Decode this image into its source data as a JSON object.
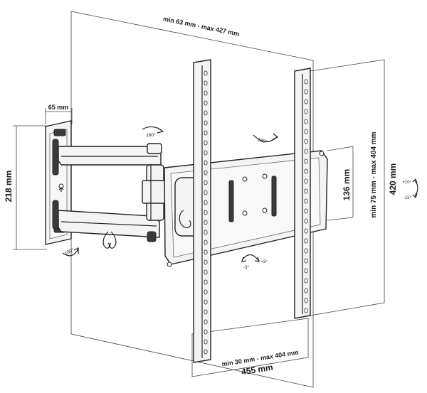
{
  "dimensions": {
    "wall_plate_depth": "65 mm",
    "wall_plate_height": "218 mm",
    "extension": "min 63 mm - max 427 mm",
    "vesa_height_range": "min 75 mm - max 404 mm",
    "vesa_plate_height": "136 mm",
    "overall_height": "420 mm",
    "vesa_width_range": "min 30 mm - max 404 mm",
    "overall_width": "455 mm"
  },
  "rotations": {
    "arm_swivel_upper": "180°",
    "arm_swivel_lower": "180°",
    "head_swivel": "180°",
    "tilt_up": "+10°",
    "tilt_down": "-15°",
    "level_minus": "-3°",
    "level_plus": "+3°"
  },
  "colors": {
    "line": "#222222",
    "part_fill": "#f4f4f4",
    "dark_part": "#3a3a3a"
  }
}
